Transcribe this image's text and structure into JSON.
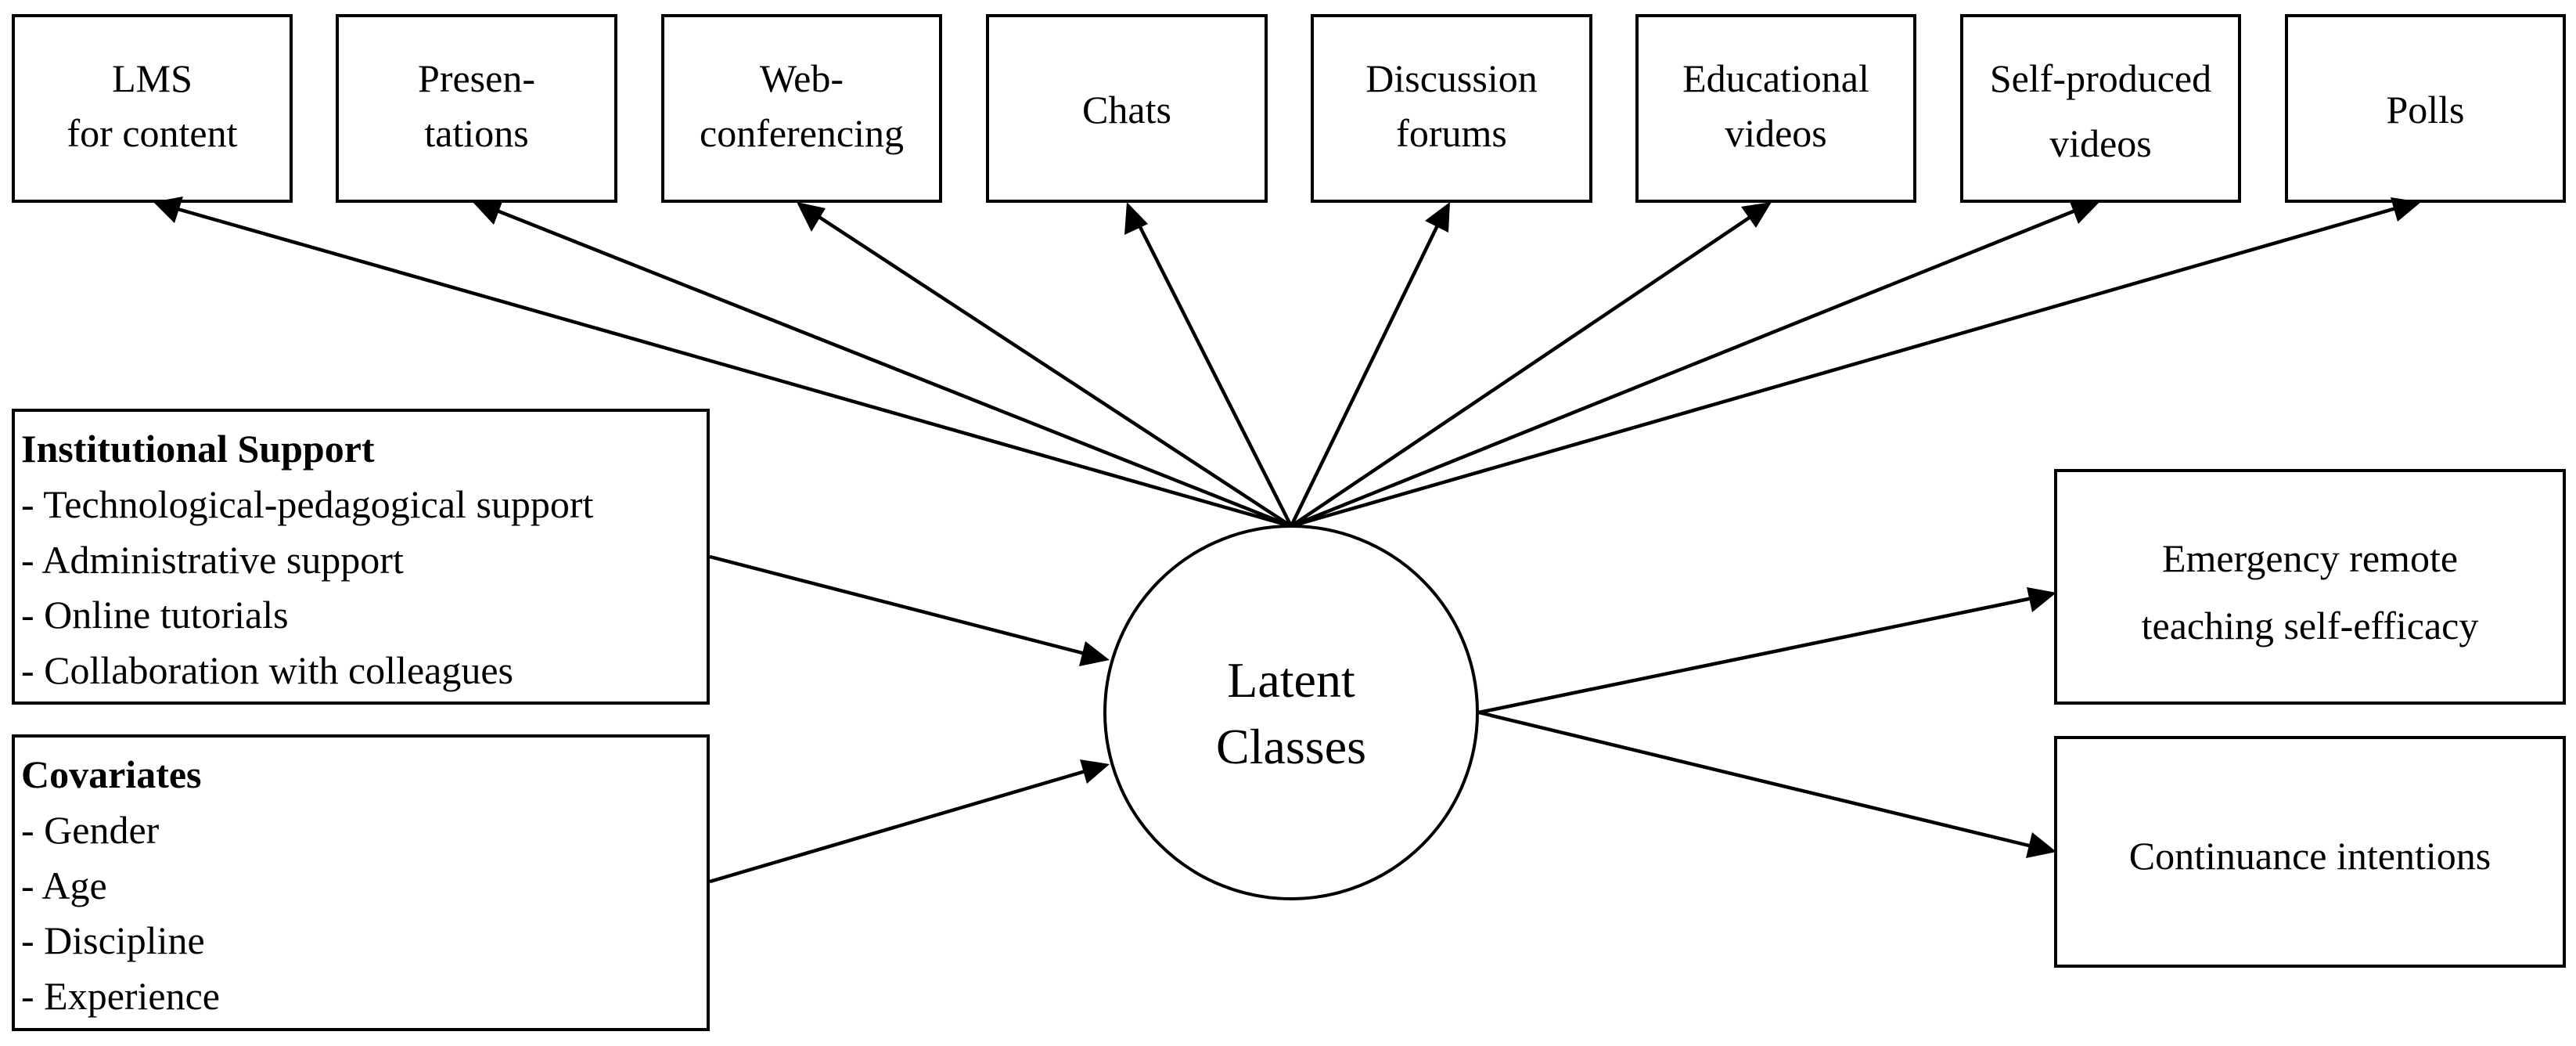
{
  "top_boxes": [
    {
      "id": "lms",
      "lines": [
        "LMS",
        "for content"
      ]
    },
    {
      "id": "presentations",
      "lines": [
        "Presen-",
        "tations"
      ]
    },
    {
      "id": "web-conferencing",
      "lines": [
        "Web-",
        "conferencing"
      ]
    },
    {
      "id": "chats",
      "lines": [
        "Chats"
      ]
    },
    {
      "id": "discussion-forums",
      "lines": [
        "Discussion",
        "forums"
      ]
    },
    {
      "id": "educational-videos",
      "lines": [
        "Educational",
        "videos"
      ]
    },
    {
      "id": "self-produced-videos",
      "lines": [
        "Self-produced",
        "videos"
      ]
    },
    {
      "id": "polls",
      "lines": [
        "Polls"
      ]
    }
  ],
  "institutional_support": {
    "heading": "Institutional Support",
    "items": [
      "- Technological-pedagogical support",
      "- Administrative support",
      "- Online tutorials",
      "- Collaboration with colleagues"
    ]
  },
  "covariates": {
    "heading": "Covariates",
    "items": [
      "- Gender",
      "- Age",
      "- Discipline",
      "- Experience"
    ]
  },
  "latent": {
    "lines": [
      "Latent",
      "Classes"
    ]
  },
  "outcomes": [
    {
      "id": "self-efficacy",
      "lines": [
        "Emergency remote",
        "teaching self-efficacy"
      ]
    },
    {
      "id": "continuance",
      "lines": [
        "Continuance intentions"
      ]
    }
  ]
}
